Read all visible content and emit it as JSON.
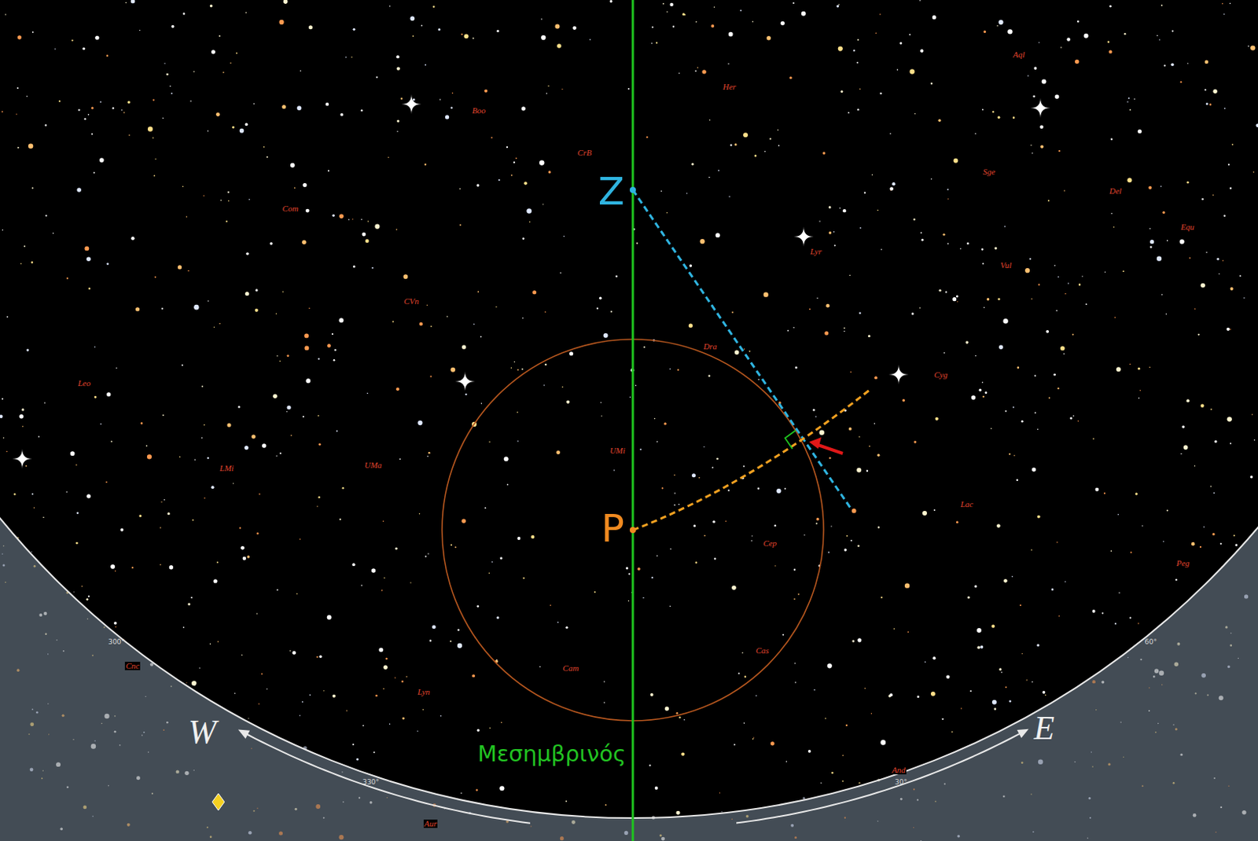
{
  "diagram": {
    "labels": [
      "Z",
      "P",
      "Μεσημβρινός",
      "W",
      "E",
      "Her",
      "Boo",
      "CrB",
      "Aql",
      "Sge",
      "Del",
      "Equ",
      "Com",
      "Lyr",
      "Vul",
      "CVn",
      "Dra",
      "Cyg",
      "Leo",
      "LMi",
      "UMa",
      "UMi",
      "Lac",
      "Cep",
      "Peg",
      "Cas",
      "Cam",
      "Lyn",
      "Cnc",
      "Aur",
      "And",
      "300°",
      "330°",
      "30°",
      "60°"
    ]
  }
}
